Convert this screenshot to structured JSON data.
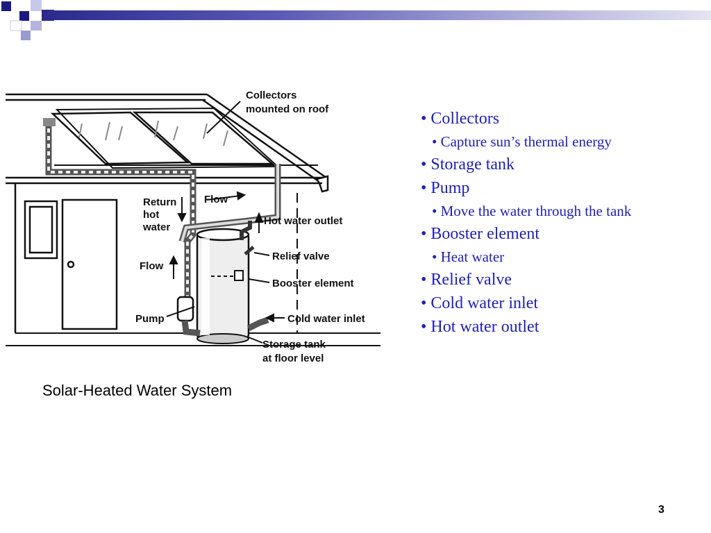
{
  "diagram": {
    "labels": {
      "collectors_line1": "Collectors",
      "collectors_line2": "mounted on roof",
      "return1": "Return",
      "return2": "hot",
      "return3": "water",
      "flow_top": "Flow",
      "flow_left": "Flow",
      "hot_outlet": "Hot water outlet",
      "relief": "Relief valve",
      "booster": "Booster element",
      "cold_inlet": "Cold water inlet",
      "pump": "Pump",
      "storage1": "Storage tank",
      "storage2": "at floor level"
    }
  },
  "bullets": [
    {
      "text": "• Collectors",
      "level": 1
    },
    {
      "text": "• Capture sun’s thermal energy",
      "level": 2
    },
    {
      "text": "• Storage tank",
      "level": 1
    },
    {
      "text": "• Pump",
      "level": 1
    },
    {
      "text": "• Move the water through the tank",
      "level": 2
    },
    {
      "text": "• Booster element",
      "level": 1
    },
    {
      "text": "• Heat water",
      "level": 2
    },
    {
      "text": "• Relief valve",
      "level": 1
    },
    {
      "text": "• Cold water inlet",
      "level": 1
    },
    {
      "text": "• Hot water outlet",
      "level": 1
    }
  ],
  "caption": "Solar-Heated Water System",
  "page_number": "3",
  "colors": {
    "bullet_text": "#1f1fb4",
    "accent_dark": "#2a2a8c",
    "accent_light": "#a8a8d8"
  }
}
